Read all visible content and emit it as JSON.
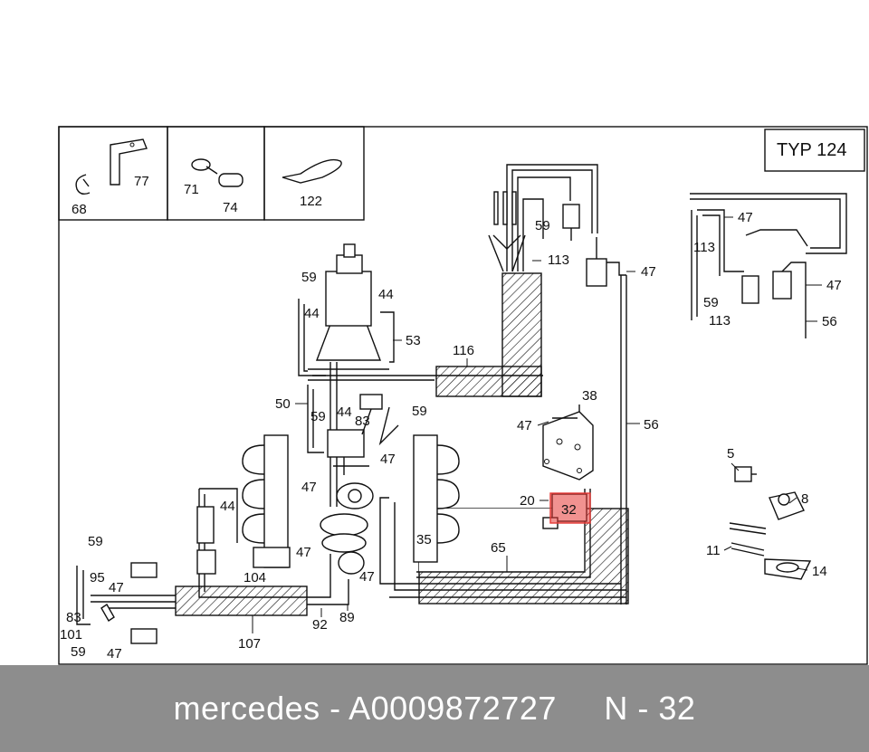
{
  "diagram": {
    "type_label": "TYP  124",
    "highlight_color": "#e53935",
    "legend_labels": [
      "68",
      "77",
      "71",
      "74",
      "122"
    ],
    "callouts": {
      "c116": "116",
      "c113a": "113",
      "c59a": "59",
      "c47a": "47",
      "c59b": "59",
      "c44a": "44",
      "c44b": "44",
      "c53": "53",
      "c50": "50",
      "c59c": "59",
      "c44c": "44",
      "c83a": "83",
      "c59d": "59",
      "c47b": "47",
      "c38": "38",
      "c47c": "47",
      "c56a": "56",
      "c47d": "47",
      "c20": "20",
      "c32": "32",
      "c44d": "44",
      "c35": "35",
      "c65": "65",
      "c47e": "47",
      "c59e": "59",
      "c95": "95",
      "c47f": "47",
      "c83b": "83",
      "c101": "101",
      "c59f": "59",
      "c47g": "47",
      "c104": "104",
      "c107": "107",
      "c92": "92",
      "c89": "89",
      "c47h": "47",
      "c47i": "47",
      "c113b": "113",
      "c47j": "47",
      "c59g": "59",
      "c113c": "113",
      "c56b": "56",
      "c5": "5",
      "c8": "8",
      "c11": "11",
      "c14": "14"
    }
  },
  "footer": {
    "brand": "mercedes",
    "separator": "-",
    "part_number": "A0009872727",
    "position_label": "N - 32"
  }
}
